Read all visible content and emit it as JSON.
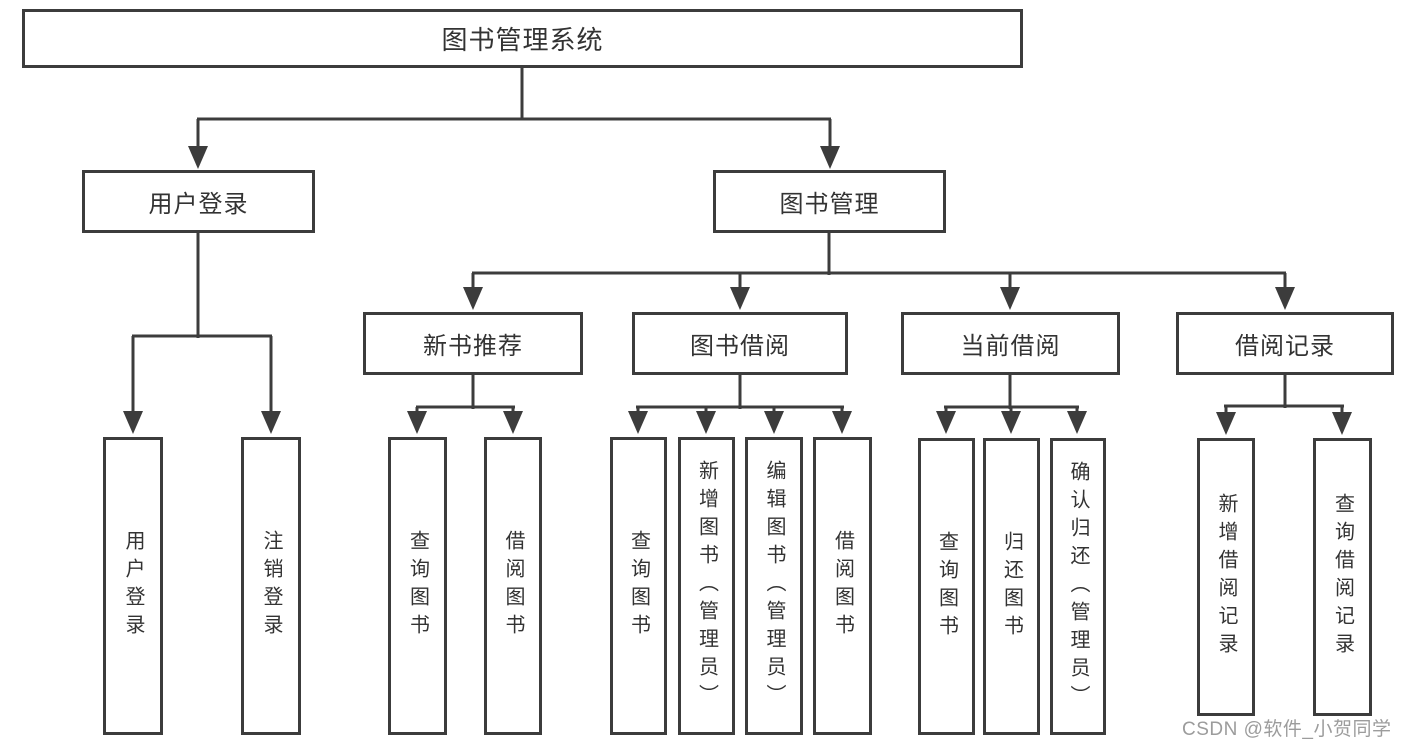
{
  "diagram": {
    "root": {
      "label": "图书管理系统"
    },
    "level2": [
      {
        "label": "用户登录"
      },
      {
        "label": "图书管理"
      }
    ],
    "level3": [
      {
        "label": "新书推荐"
      },
      {
        "label": "图书借阅"
      },
      {
        "label": "当前借阅"
      },
      {
        "label": "借阅记录"
      }
    ],
    "leaves": {
      "user_login": [
        {
          "label": "用户登录"
        },
        {
          "label": "注销登录"
        }
      ],
      "new_book": [
        {
          "label": "查询图书"
        },
        {
          "label": "借阅图书"
        }
      ],
      "book_borrow": [
        {
          "label": "查询图书"
        },
        {
          "label": "新增图书（管理员）"
        },
        {
          "label": "编辑图书（管理员）"
        },
        {
          "label": "借阅图书"
        }
      ],
      "current_borrow": [
        {
          "label": "查询图书"
        },
        {
          "label": "归还图书"
        },
        {
          "label": "确认归还（管理员）"
        }
      ],
      "borrow_records": [
        {
          "label": "新增借阅记录"
        },
        {
          "label": "查询借阅记录"
        }
      ]
    }
  },
  "watermark": {
    "text": "CSDN @软件_小贺同学"
  },
  "colors": {
    "line": "#3c3c3c",
    "text": "#333333",
    "watermark": "#9c9c9c",
    "background": "#ffffff"
  }
}
